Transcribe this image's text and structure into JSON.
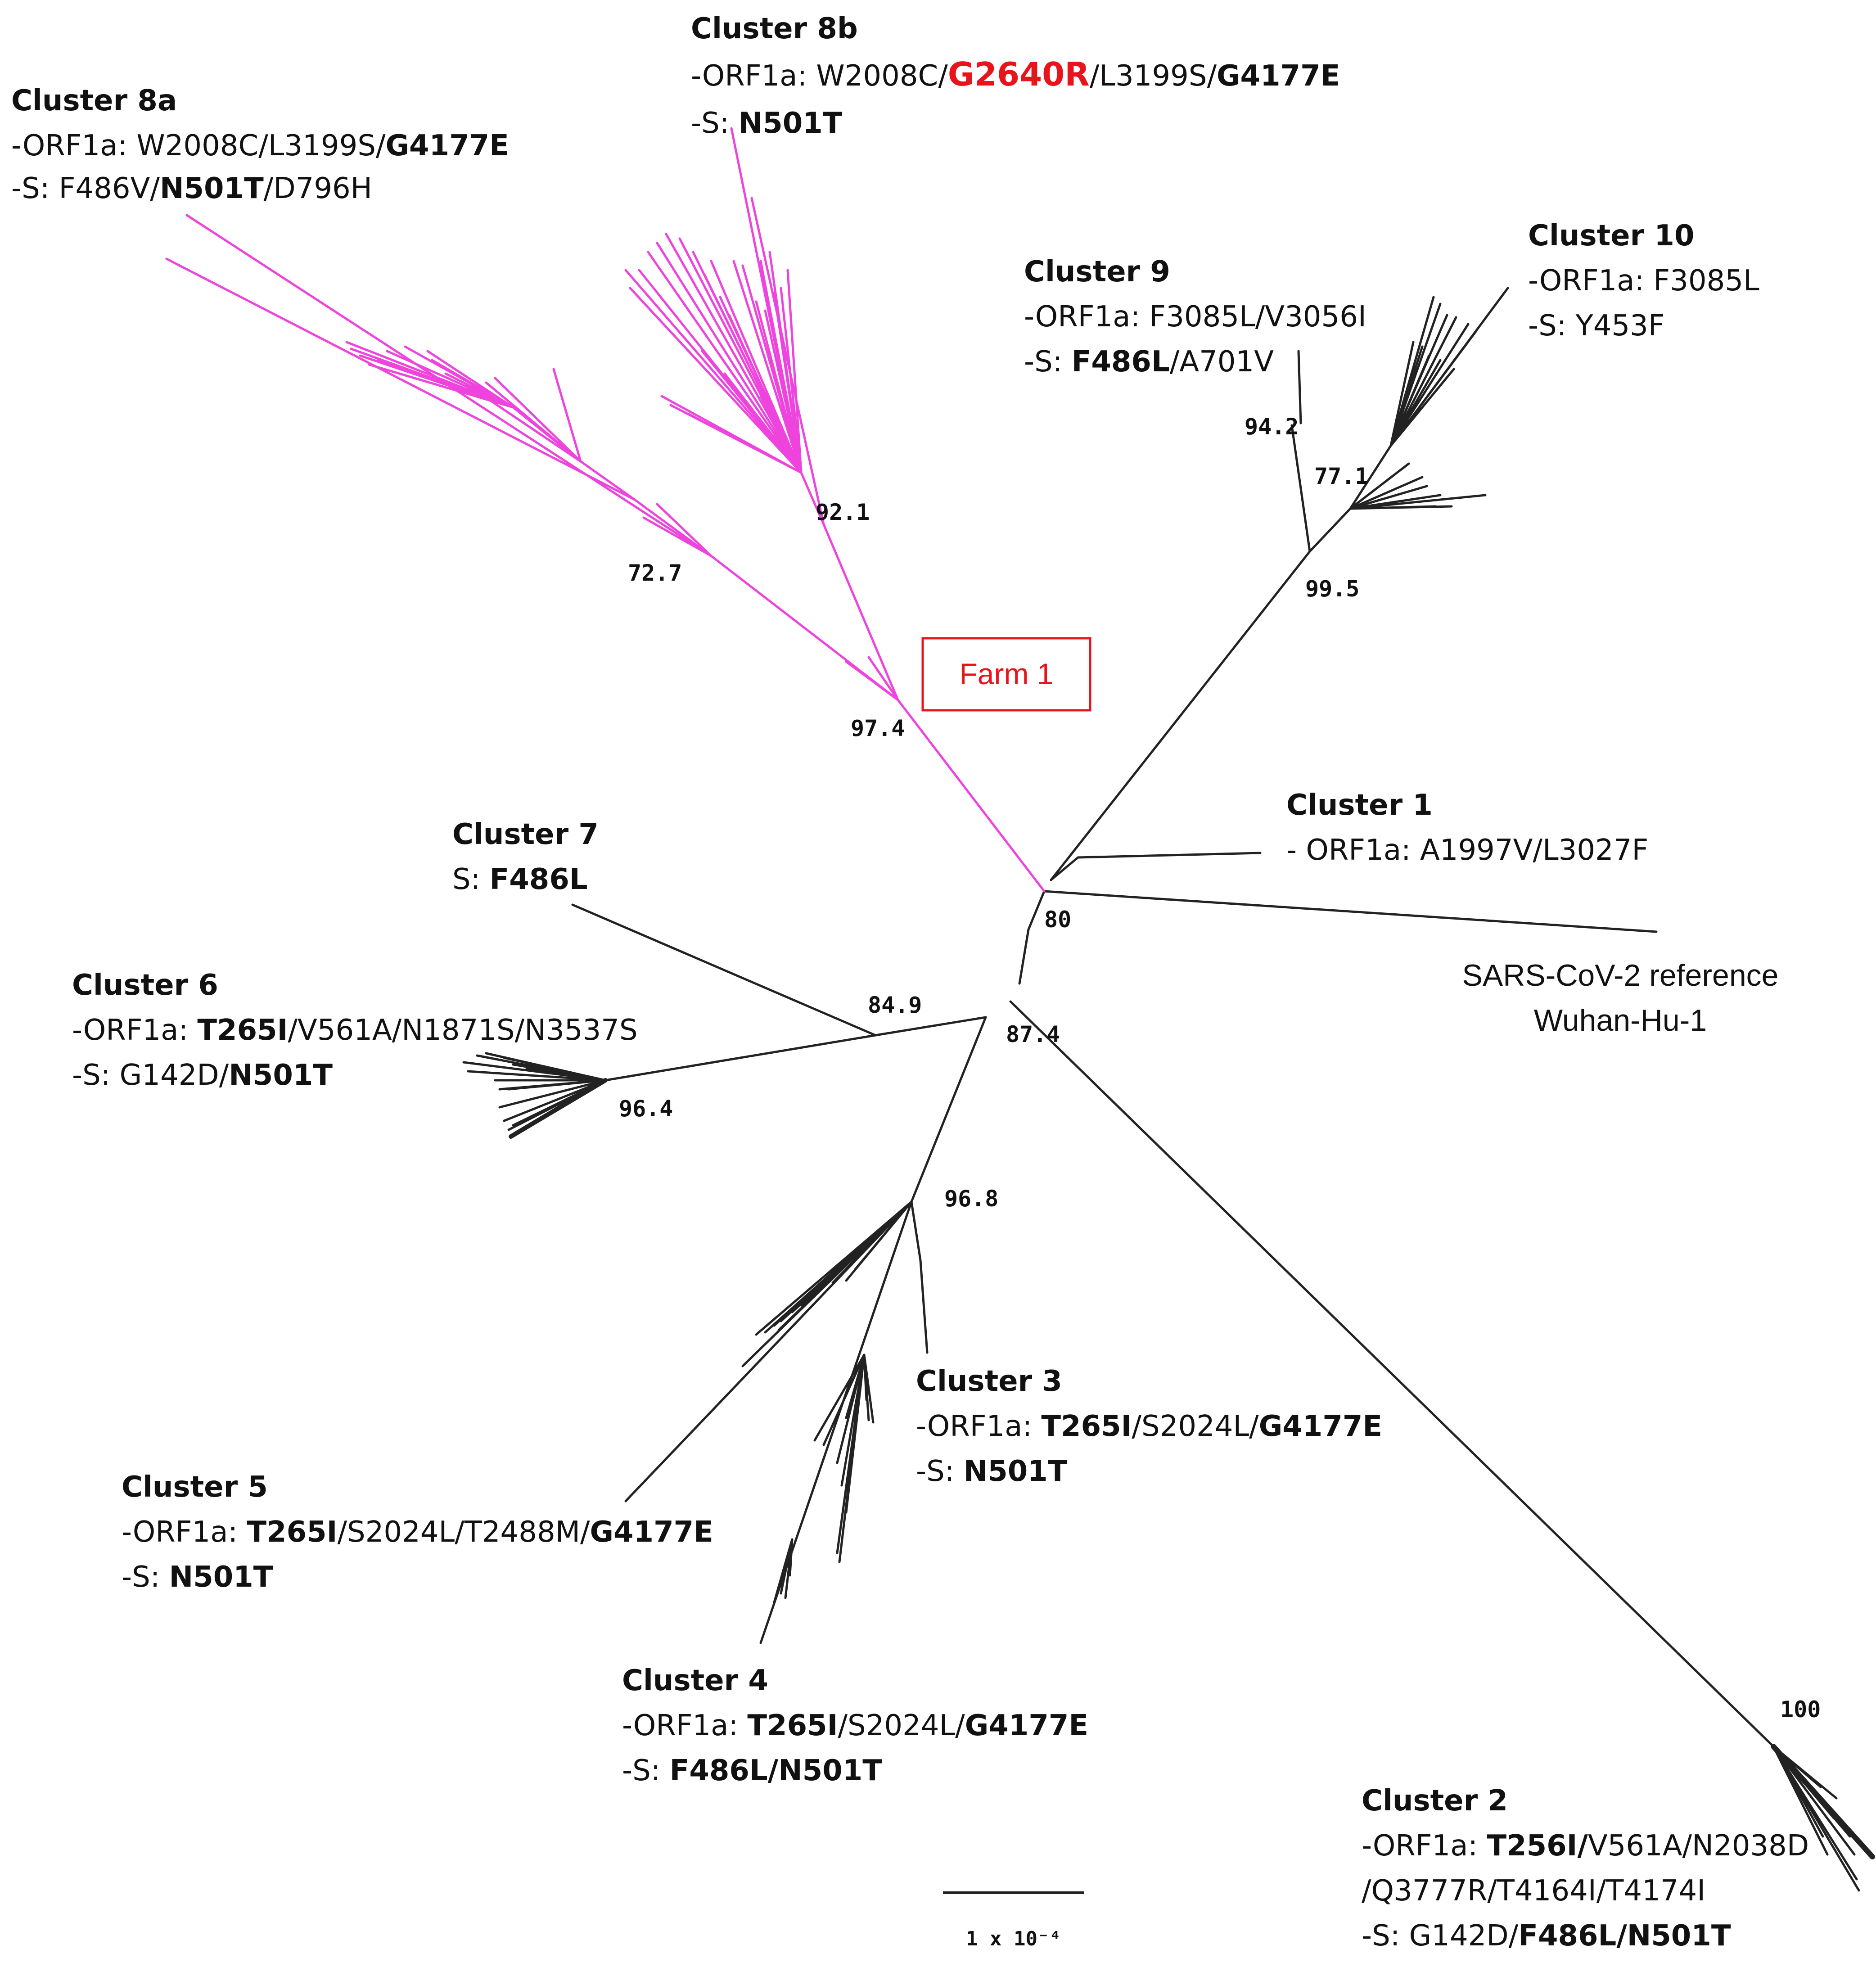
{
  "colors": {
    "black_branch": "#222222",
    "magenta_branch": "#ee44dd",
    "highlight_red": "#e8141c"
  },
  "clusters": {
    "c8a": {
      "title": "Cluster 8a",
      "l1": [
        "-ORF1a: W2008C/L3199S/",
        "G4177E"
      ],
      "l2": [
        "-S: F486V/",
        "N501T",
        "/D796H"
      ]
    },
    "c8b": {
      "title": "Cluster 8b",
      "l1": [
        "-ORF1a: W2008C/",
        "G2640R",
        "/L3199S/",
        "G4177E"
      ],
      "l2": [
        "-S: ",
        "N501T"
      ]
    },
    "c9": {
      "title": "Cluster 9",
      "l1": "-ORF1a: F3085L/V3056I",
      "l2": [
        "-S: ",
        "F486L",
        "/A701V"
      ]
    },
    "c10": {
      "title": "Cluster 10",
      "l1": "-ORF1a: F3085L",
      "l2": "-S: Y453F"
    },
    "c1": {
      "title": "Cluster 1",
      "l1": "- ORF1a: A1997V/L3027F"
    },
    "c7": {
      "title": "Cluster 7",
      "l1": [
        "S: ",
        "F486L"
      ]
    },
    "c6": {
      "title": "Cluster 6",
      "l1": [
        "-ORF1a: ",
        "T265I",
        "/V561A/N1871S/N3537S"
      ],
      "l2": [
        "-S: G142D/",
        "N501T"
      ]
    },
    "c3": {
      "title": "Cluster 3",
      "l1": [
        "-ORF1a: ",
        "T265I",
        "/S2024L/",
        "G4177E"
      ],
      "l2": [
        "-S: ",
        "N501T"
      ]
    },
    "c5": {
      "title": "Cluster 5",
      "l1": [
        "-ORF1a: ",
        "T265I",
        "/S2024L/T2488M/",
        "G4177E"
      ],
      "l2": [
        "-S: ",
        "N501T"
      ]
    },
    "c4": {
      "title": "Cluster 4",
      "l1": [
        "-ORF1a: ",
        "T265I",
        "/S2024L/",
        "G4177E"
      ],
      "l2": [
        "-S: ",
        "F486L/N501T"
      ]
    },
    "c2": {
      "title": "Cluster 2",
      "l1": [
        "-ORF1a: ",
        "T256I/",
        "V561A/N2038D"
      ],
      "l2": "/Q3777R/T4164I/T4174I",
      "l3": [
        "-S: G142D/",
        "F486L/N501T"
      ]
    }
  },
  "farm_label": "Farm 1",
  "reference_label": [
    "SARS-CoV-2 reference",
    "Wuhan-Hu-1"
  ],
  "bootstrap": {
    "b921": "92.1",
    "b727": "72.7",
    "b974": "97.4",
    "b942": "94.2",
    "b771": "77.1",
    "b995": "99.5",
    "b80": "80",
    "b849": "84.9",
    "b874": "87.4",
    "b964": "96.4",
    "b968": "96.8",
    "b100": "100"
  },
  "scale_label": "1 x 10⁻⁴"
}
